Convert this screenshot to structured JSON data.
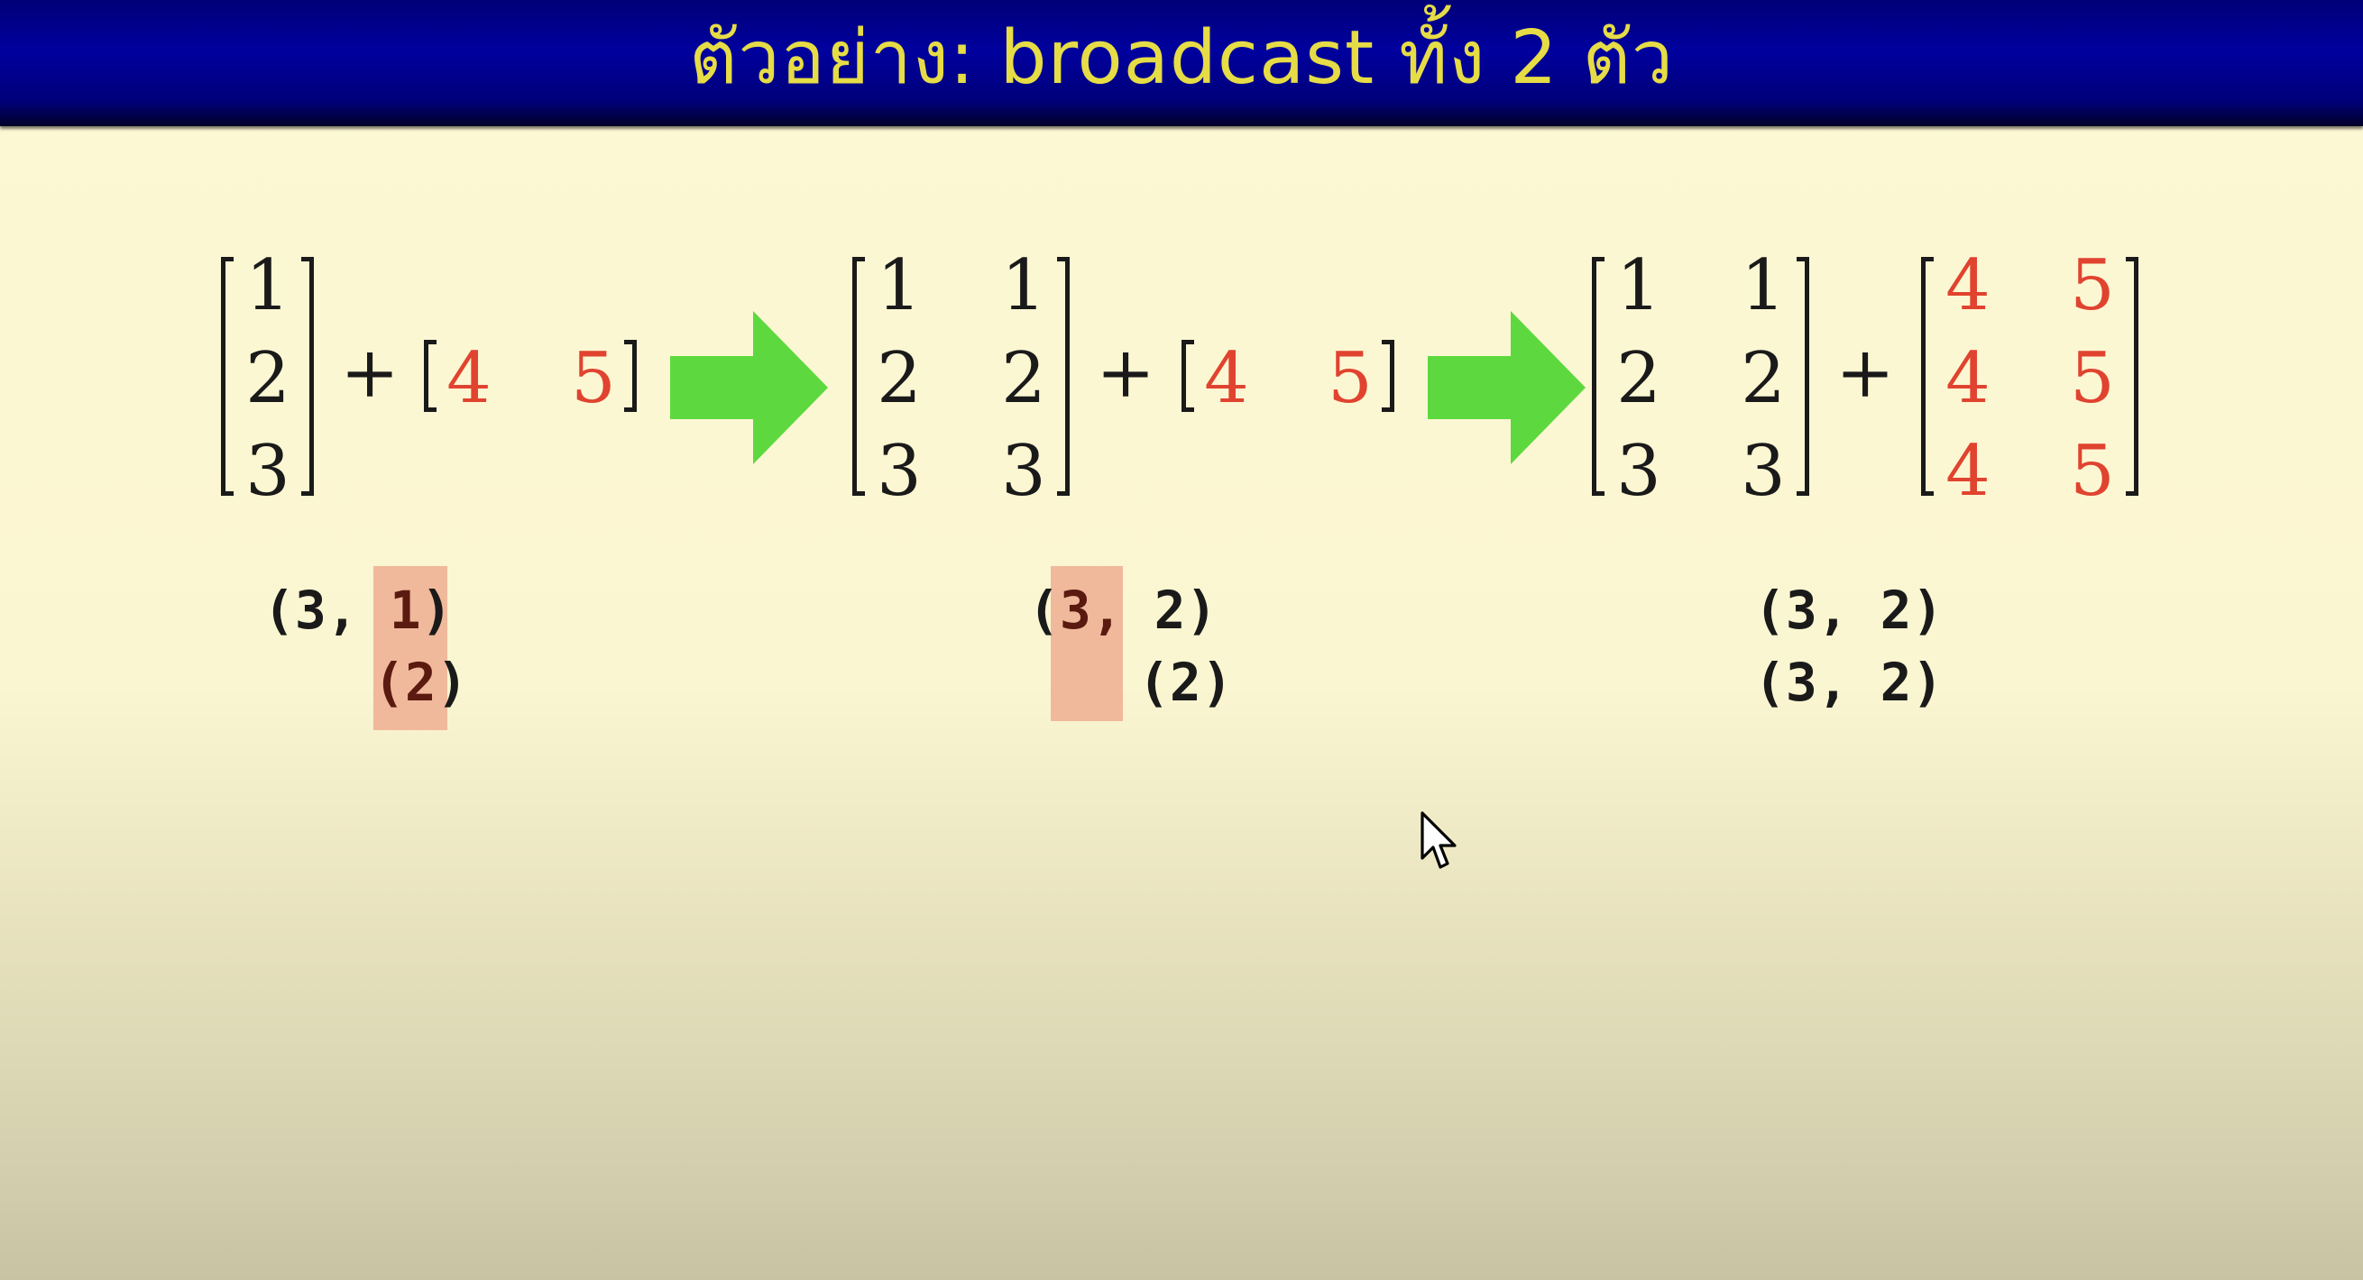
{
  "title": "ตัวอย่าง: broadcast ทั้ง 2 ตัว",
  "colors": {
    "accent": "#e0432f",
    "arrow": "#5dd93f",
    "highlight": "#f0b99b",
    "title": "#e6dc46",
    "title_bar": "#00009e"
  },
  "operator": "+",
  "step1": {
    "left_matrix": [
      "1",
      "2",
      "3"
    ],
    "right_row": [
      "4",
      "5"
    ],
    "shape_a": {
      "open": "(3, ",
      "last": "1",
      "close": ")"
    },
    "shape_b": {
      "open": "(",
      "value": "2",
      "close": ")"
    }
  },
  "step2": {
    "left_matrix": [
      [
        "1",
        "1"
      ],
      [
        "2",
        "2"
      ],
      [
        "3",
        "3"
      ]
    ],
    "right_row": [
      "4",
      "5"
    ],
    "shape_a": {
      "open": "(",
      "first": "3,",
      "rest": " 2)"
    },
    "shape_b": "(2)"
  },
  "step3": {
    "left_matrix": [
      [
        "1",
        "1"
      ],
      [
        "2",
        "2"
      ],
      [
        "3",
        "3"
      ]
    ],
    "right_matrix": [
      [
        "4",
        "5"
      ],
      [
        "4",
        "5"
      ],
      [
        "4",
        "5"
      ]
    ],
    "shape_a": "(3, 2)",
    "shape_b": "(3, 2)"
  },
  "icons": {
    "arrows": "green-right-arrow-icon",
    "cursor": "mouse-pointer-icon"
  }
}
